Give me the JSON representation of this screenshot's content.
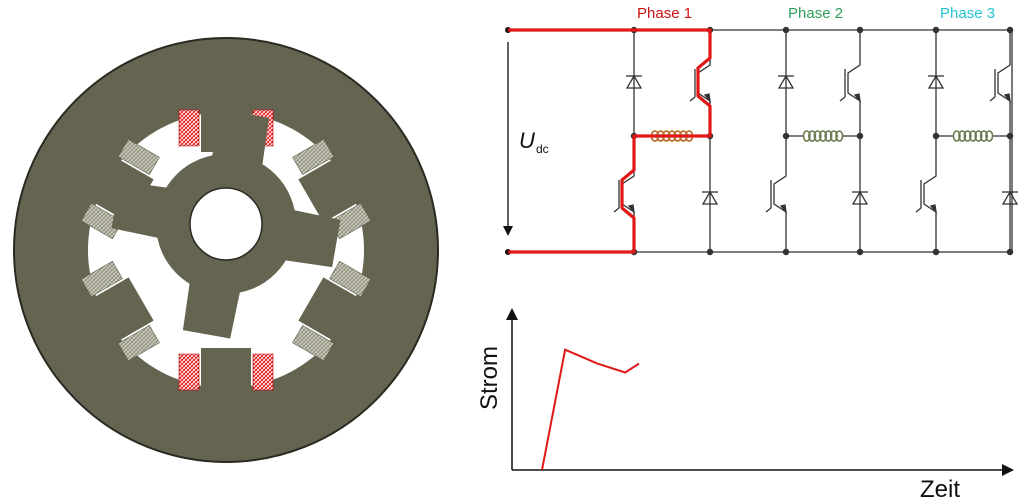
{
  "phases": {
    "phase1": {
      "label": "Phase 1",
      "color": "#cc1111"
    },
    "phase2": {
      "label": "Phase 2",
      "color": "#2e9e5a"
    },
    "phase3": {
      "label": "Phase 3",
      "color": "#22c4d4"
    }
  },
  "voltage": {
    "symbol": "U",
    "subscript": "dc"
  },
  "motor": {
    "stator_color": "#646450",
    "winding_active_color": "#e01818",
    "winding_inactive_color": "#8c8c78"
  },
  "current_plot": {
    "ylabel": "Strom",
    "xlabel": "Zeit",
    "line_color": "#e01818"
  },
  "chart_data": {
    "type": "line",
    "title": "",
    "xlabel": "Zeit",
    "ylabel": "Strom",
    "x": [
      0.0,
      0.05,
      0.12,
      0.18,
      0.21
    ],
    "y": [
      0.0,
      0.95,
      0.84,
      0.77,
      0.84
    ],
    "xlim": [
      0,
      1
    ],
    "ylim": [
      0,
      1.2
    ],
    "series": [
      {
        "values": [
          0.0,
          0.95,
          0.84,
          0.77,
          0.84
        ]
      }
    ],
    "grid": false
  }
}
